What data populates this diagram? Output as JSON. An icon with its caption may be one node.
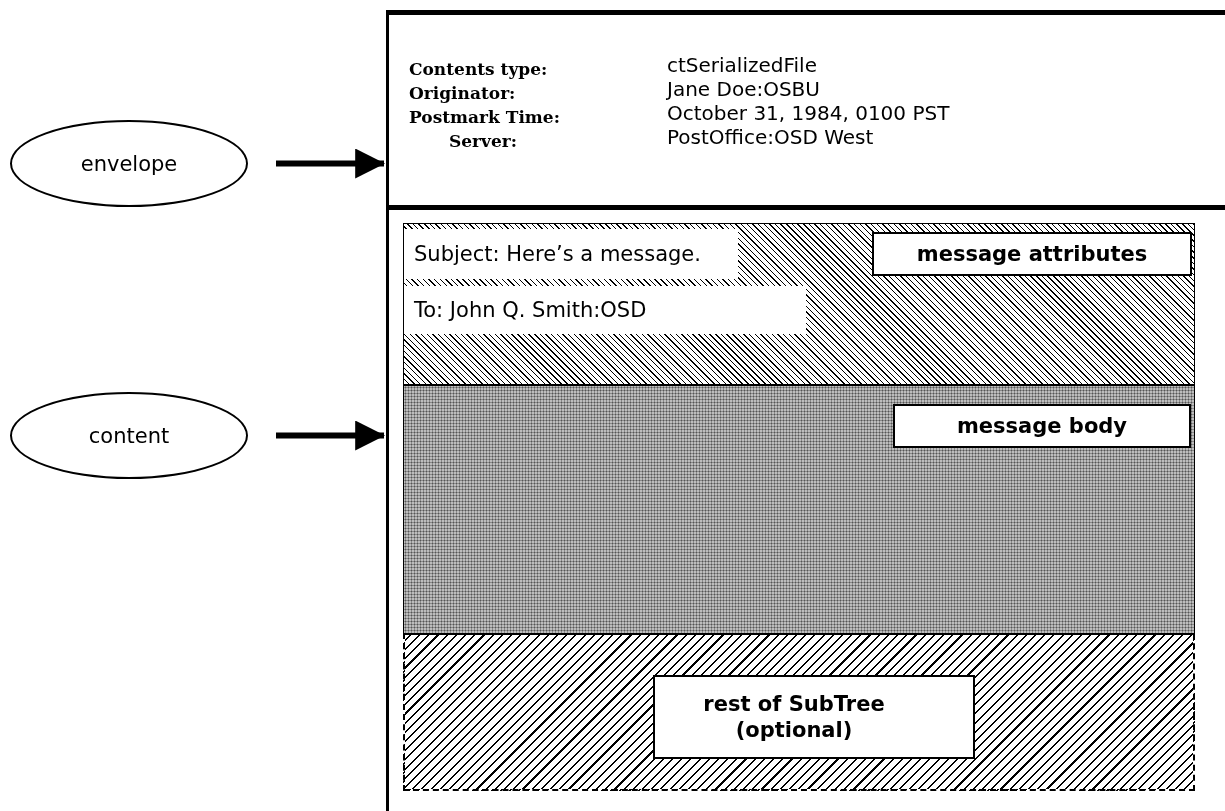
{
  "diagram": {
    "nodes": [
      {
        "text": [
          "envelope"
        ]
      },
      {
        "text": [
          "content"
        ]
      },
      {
        "text": [
          "Contents type:",
          "ctSerializedFile",
          "Originator:",
          "Jane Doe:OSBU",
          "Postmark Time:",
          "October 31, 1984, 0100 PST",
          "Server:",
          "PostOffice:OSD West"
        ]
      },
      {
        "text": [],
        "shape": "box"
      },
      {
        "text": [],
        "shape": "box",
        "in": 3
      },
      {
        "text": [
          "Subject: Here’s a message."
        ],
        "in": 4
      },
      {
        "text": [
          "message attributes"
        ],
        "in": 4
      },
      {
        "text": [
          "To: John Q. Smith:OSD"
        ],
        "in": 4
      },
      {
        "text": [],
        "shape": "box",
        "in": 3
      },
      {
        "text": [
          "message body"
        ],
        "in": 8
      },
      {
        "text": [],
        "shape": "box",
        "in": 3
      },
      {
        "text": [
          "rest of SubTree (optional)"
        ],
        "in": 10
      }
    ],
    "edges": [
      {
        "from": 0,
        "to": 2,
        "arrow": "to"
      },
      {
        "from": 1,
        "to": 3,
        "arrow": "to"
      }
    ]
  }
}
